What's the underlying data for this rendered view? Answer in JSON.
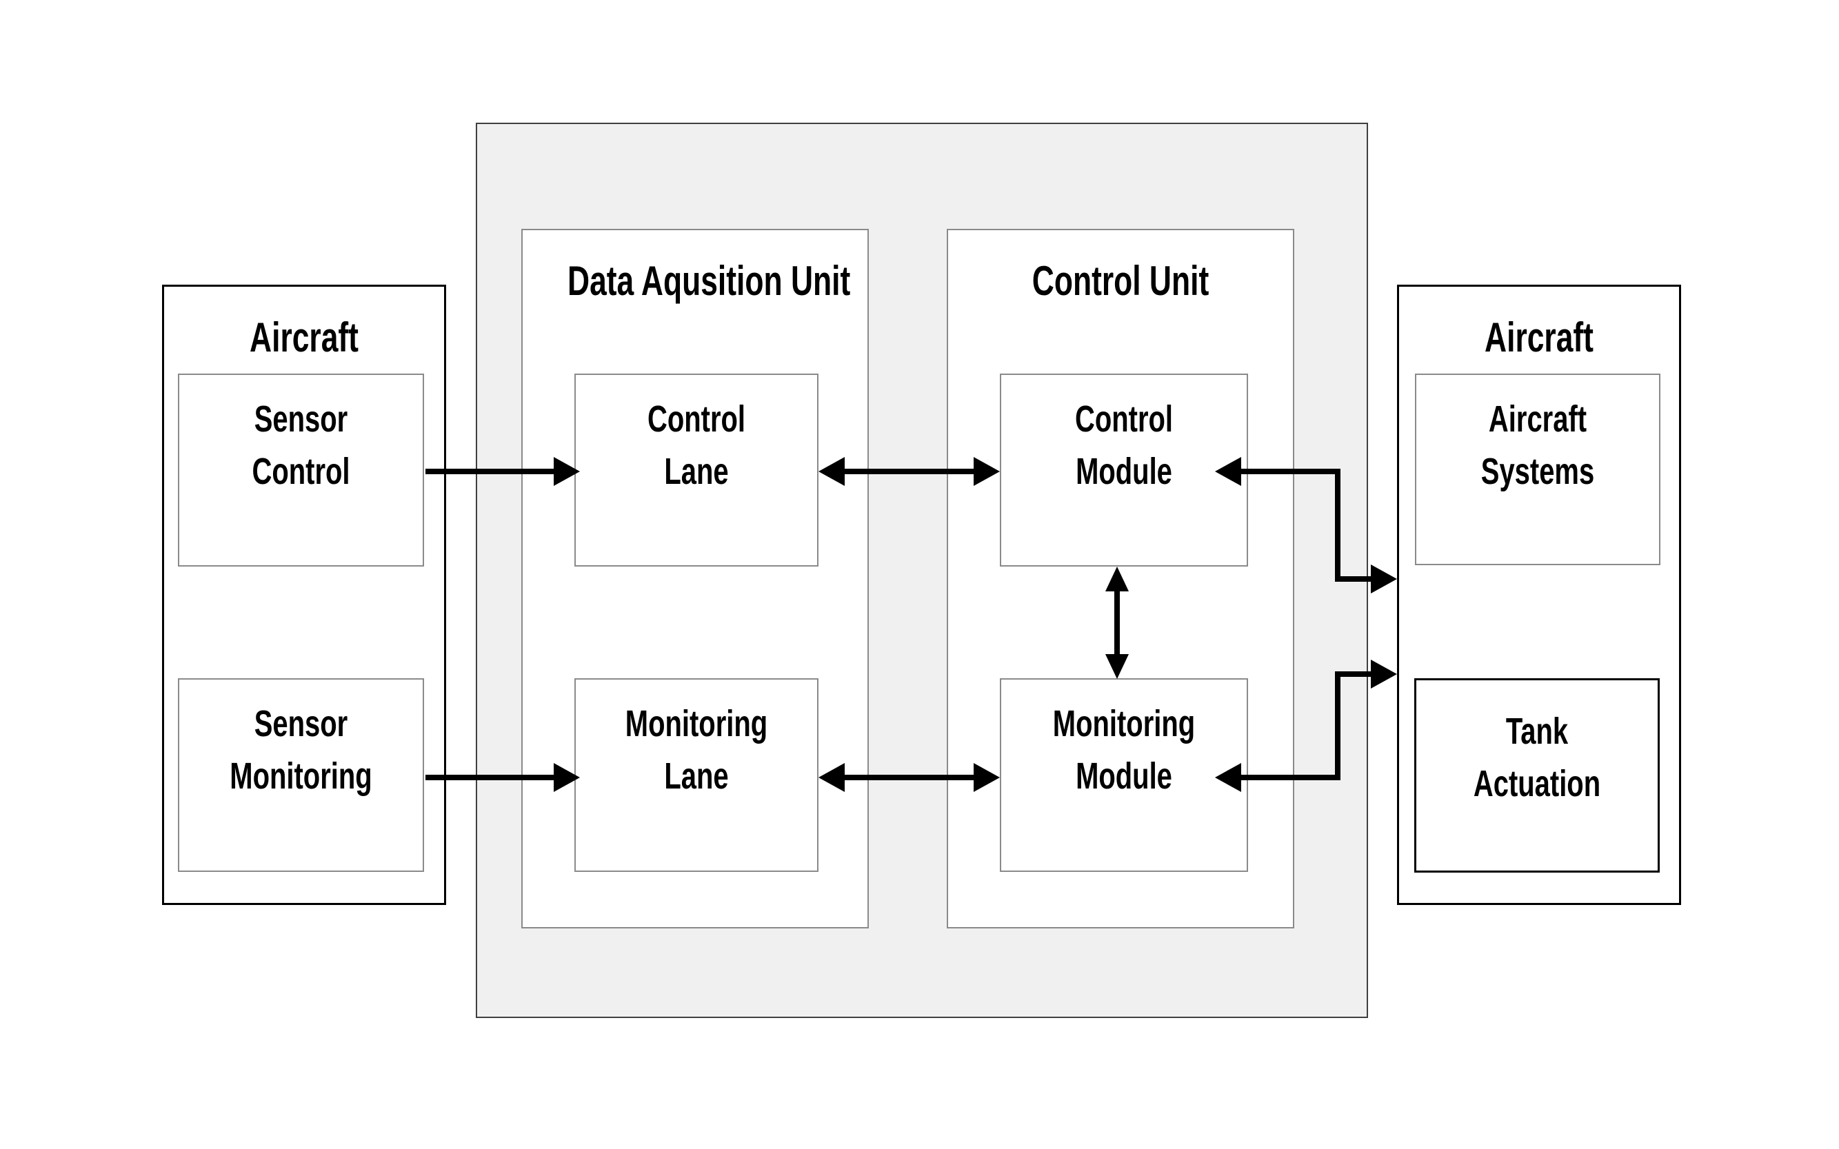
{
  "diagram": {
    "aircraft_left": {
      "title": "Aircraft",
      "sensor_control_label": "Sensor\nControl",
      "sensor_monitoring_label": "Sensor\nMonitoring"
    },
    "data_aquisition_unit": {
      "title": "Data Aqusition Unit",
      "control_lane_label": "Control\nLane",
      "monitoring_lane_label": "Monitoring\nLane"
    },
    "control_unit": {
      "title": "Control Unit",
      "control_module_label": "Control\nModule",
      "monitoring_module_label": "Monitoring\nModule"
    },
    "aircraft_right": {
      "title": "Aircraft",
      "aircraft_systems_label": "Aircraft\nSystems",
      "tank_actuation_label": "Tank Actuation"
    },
    "colors": {
      "background": "#ffffff",
      "container_fill": "#f0f0f0",
      "container_border": "#3f3f3f",
      "inner_box_border": "#8a8a8a",
      "outer_box_border": "#000000",
      "arrow": "#000000"
    },
    "connections": [
      {
        "from": "Sensor Control",
        "to": "Control Lane",
        "arrows": "single",
        "routing": "straight"
      },
      {
        "from": "Sensor Monitoring",
        "to": "Monitoring Lane",
        "arrows": "single",
        "routing": "straight"
      },
      {
        "from": "Control Lane",
        "to": "Control Module",
        "arrows": "double",
        "routing": "straight"
      },
      {
        "from": "Monitoring Lane",
        "to": "Monitoring Module",
        "arrows": "double",
        "routing": "straight"
      },
      {
        "from": "Control Module",
        "to": "Monitoring Module",
        "arrows": "double",
        "routing": "straight"
      },
      {
        "from": "Control Module",
        "to": "Aircraft (right)",
        "arrows": "double",
        "routing": "elbow"
      },
      {
        "from": "Monitoring Module",
        "to": "Aircraft (right)",
        "arrows": "double",
        "routing": "elbow"
      }
    ]
  }
}
